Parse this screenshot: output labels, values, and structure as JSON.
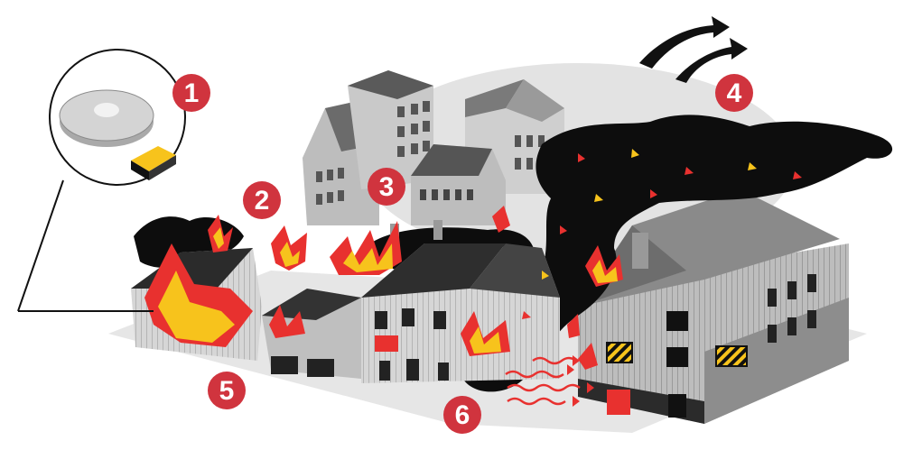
{
  "markers": [
    {
      "id": "1",
      "label": "1",
      "subject": "smoke-detector"
    },
    {
      "id": "2",
      "label": "2",
      "subject": "fire-spread-between-houses"
    },
    {
      "id": "3",
      "label": "3",
      "subject": "fire-spread-across-street"
    },
    {
      "id": "4",
      "label": "4",
      "subject": "wind-direction"
    },
    {
      "id": "5",
      "label": "5",
      "subject": "house-on-fire"
    },
    {
      "id": "6",
      "label": "6",
      "subject": "radiant-heat"
    }
  ],
  "colors": {
    "marker": "#d0343e",
    "flame_red": "#e8312f",
    "flame_yellow": "#f7c31c",
    "smoke": "#0d0d0d",
    "building_light": "#d9d9d9",
    "building_mid": "#9a9a9a",
    "building_dark": "#3a3a3a",
    "background_town": "#cfcfcf"
  },
  "icons": [
    "smoke-detector-icon",
    "battery-icon",
    "wind-arrow-icon",
    "heat-wave-icon",
    "flame-icon"
  ]
}
